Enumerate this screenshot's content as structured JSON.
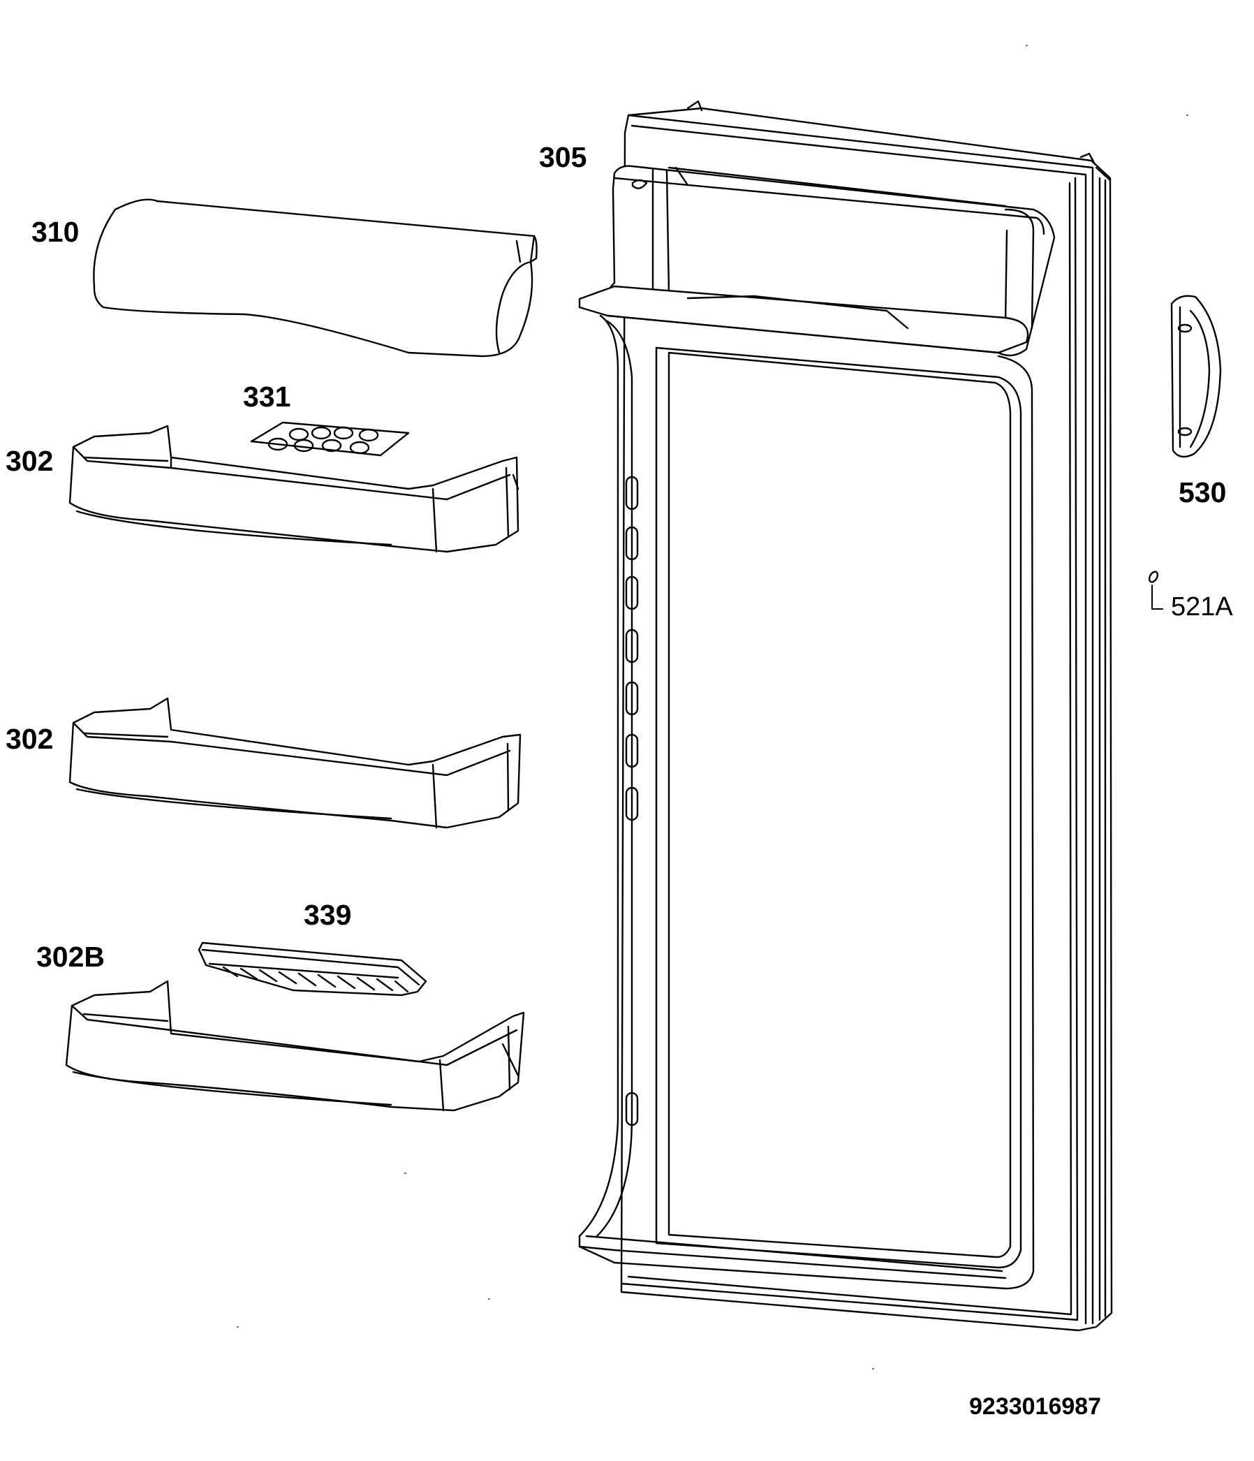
{
  "diagram": {
    "labels": {
      "l305": "305",
      "l310": "310",
      "l331": "331",
      "l302a": "302",
      "l302b": "302",
      "l339": "339",
      "l302B": "302B",
      "l530": "530",
      "l521A": "521A"
    },
    "drawing_number": "9233016987",
    "colors": {
      "line": "#000000",
      "background": "#ffffff"
    }
  }
}
